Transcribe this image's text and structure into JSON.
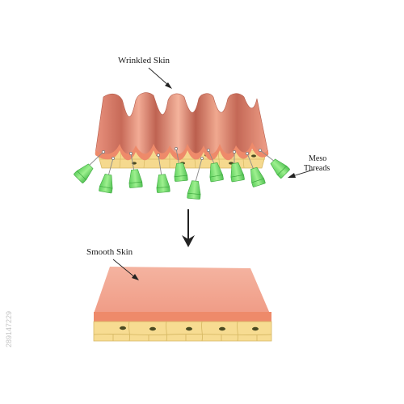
{
  "labels": {
    "wrinkled": "Wrinkled Skin",
    "meso_line1": "Meso",
    "meso_line2": "Threads",
    "smooth": "Smooth Skin"
  },
  "watermark_id": "289147229",
  "colors": {
    "skin_top": "#f0a48e",
    "skin_light": "#f8cdb7",
    "skin_dark": "#b65e4c",
    "epidermis_band": "#ee8a6a",
    "cell_fill": "#f7dc92",
    "cell_line": "#d8ba66",
    "nucleus": "#4a4a22",
    "thread_green": "#7ee07a",
    "thread_dark": "#46b448"
  }
}
